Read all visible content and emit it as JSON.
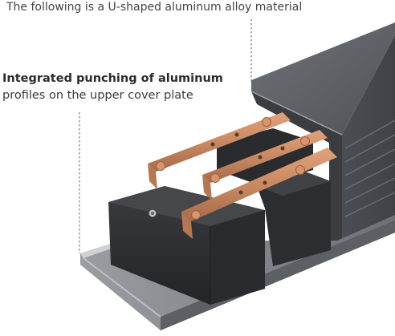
{
  "captions": {
    "top": "The following is a U-shaped aluminum alloy material",
    "side_heading": "Integrated punching of aluminum",
    "side_sub": "profiles on the upper cover plate"
  },
  "colors": {
    "housing": "#55585d",
    "housing_light": "#6c7075",
    "copper": "#c98a63",
    "battery": "#2f3033",
    "background": "#ffffff"
  },
  "icons": [
    "dashed-leader-line",
    "copper-busbar",
    "battery-block",
    "aluminum-housing"
  ]
}
